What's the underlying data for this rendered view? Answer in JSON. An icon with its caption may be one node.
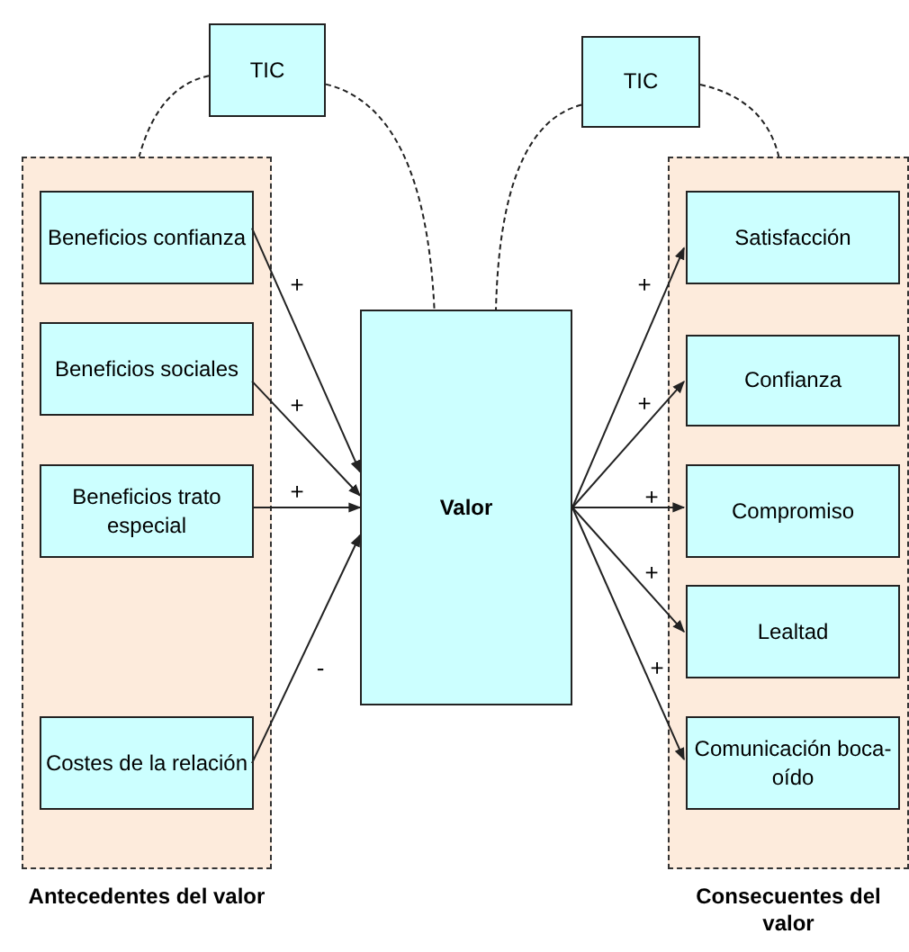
{
  "diagram": {
    "nodes": [
      {
        "text": [
          "TIC"
        ]
      },
      {
        "text": [
          "TIC"
        ]
      },
      {
        "text": [
          "Antecedentes del valor"
        ]
      },
      {
        "text": [
          "Beneficios confianza"
        ],
        "in": 2
      },
      {
        "text": [
          "Beneficios sociales"
        ],
        "in": 2
      },
      {
        "text": [
          "Beneficios trato especial"
        ],
        "in": 2
      },
      {
        "text": [
          "Costes de la relación"
        ],
        "in": 2
      },
      {
        "text": [
          "Valor"
        ]
      },
      {
        "text": [
          "Consecuentes del valor"
        ]
      },
      {
        "text": [
          "Satisfacción"
        ],
        "in": 8
      },
      {
        "text": [
          "Confianza"
        ],
        "in": 8
      },
      {
        "text": [
          "Compromiso"
        ],
        "in": 8
      },
      {
        "text": [
          "Lealtad"
        ],
        "in": 8
      },
      {
        "text": [
          "Comunicación boca-oído"
        ],
        "in": 8
      }
    ],
    "edges": [
      {
        "from": 3,
        "to": 7,
        "arrow": "to",
        "label": "+"
      },
      {
        "from": 4,
        "to": 7,
        "arrow": "to",
        "label": "+"
      },
      {
        "from": 5,
        "to": 7,
        "arrow": "to",
        "label": "+"
      },
      {
        "from": 6,
        "to": 7,
        "arrow": "to",
        "label": "-"
      },
      {
        "from": 7,
        "to": 9,
        "arrow": "to",
        "label": "+"
      },
      {
        "from": 7,
        "to": 10,
        "arrow": "to",
        "label": "+"
      },
      {
        "from": 7,
        "to": 11,
        "arrow": "to",
        "label": "+"
      },
      {
        "from": 7,
        "to": 12,
        "arrow": "to",
        "label": "+"
      },
      {
        "from": 7,
        "to": 13,
        "arrow": "to",
        "label": "+"
      },
      {
        "from": 0,
        "to": 2,
        "arrow": "none",
        "style": "dashed"
      },
      {
        "from": 0,
        "to": 7,
        "arrow": "none",
        "style": "dashed"
      },
      {
        "from": 1,
        "to": 7,
        "arrow": "none",
        "style": "dashed"
      },
      {
        "from": 1,
        "to": 8,
        "arrow": "none",
        "style": "dashed"
      }
    ]
  }
}
